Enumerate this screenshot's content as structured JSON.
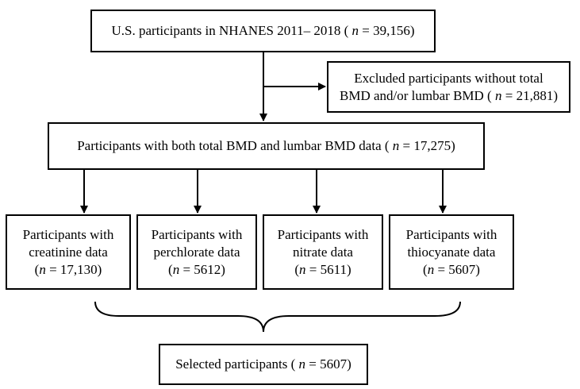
{
  "flowchart": {
    "top": {
      "prefix": "U.S. participants in NHANES 2011– 2018 (",
      "n_symbol": "n",
      "suffix": "= 39,156)"
    },
    "excluded": {
      "line1": "Excluded participants without total",
      "line2_prefix": "BMD and/or lumbar BMD (",
      "n_symbol": "n",
      "line2_suffix": "= 21,881)"
    },
    "both": {
      "prefix": "Participants with both total BMD and lumbar BMD data (",
      "n_symbol": "n",
      "suffix": "= 17,275)"
    },
    "groups": [
      {
        "line1": "Participants with",
        "line2": "creatinine data",
        "open": "(",
        "n_symbol": "n",
        "count": "= 17,130)"
      },
      {
        "line1": "Participants with",
        "line2": "perchlorate data",
        "open": "(",
        "n_symbol": "n",
        "count": "= 5612)"
      },
      {
        "line1": "Participants with",
        "line2": "nitrate data",
        "open": "(",
        "n_symbol": "n",
        "count": "= 5611)"
      },
      {
        "line1": "Participants with",
        "line2": "thiocyanate data",
        "open": "(",
        "n_symbol": "n",
        "count": "= 5607)"
      }
    ],
    "selected": {
      "prefix": "Selected participants (",
      "n_symbol": "n",
      "suffix": "= 5607)"
    }
  },
  "colors": {
    "stroke": "#000000",
    "background": "#ffffff",
    "text": "#000000"
  }
}
